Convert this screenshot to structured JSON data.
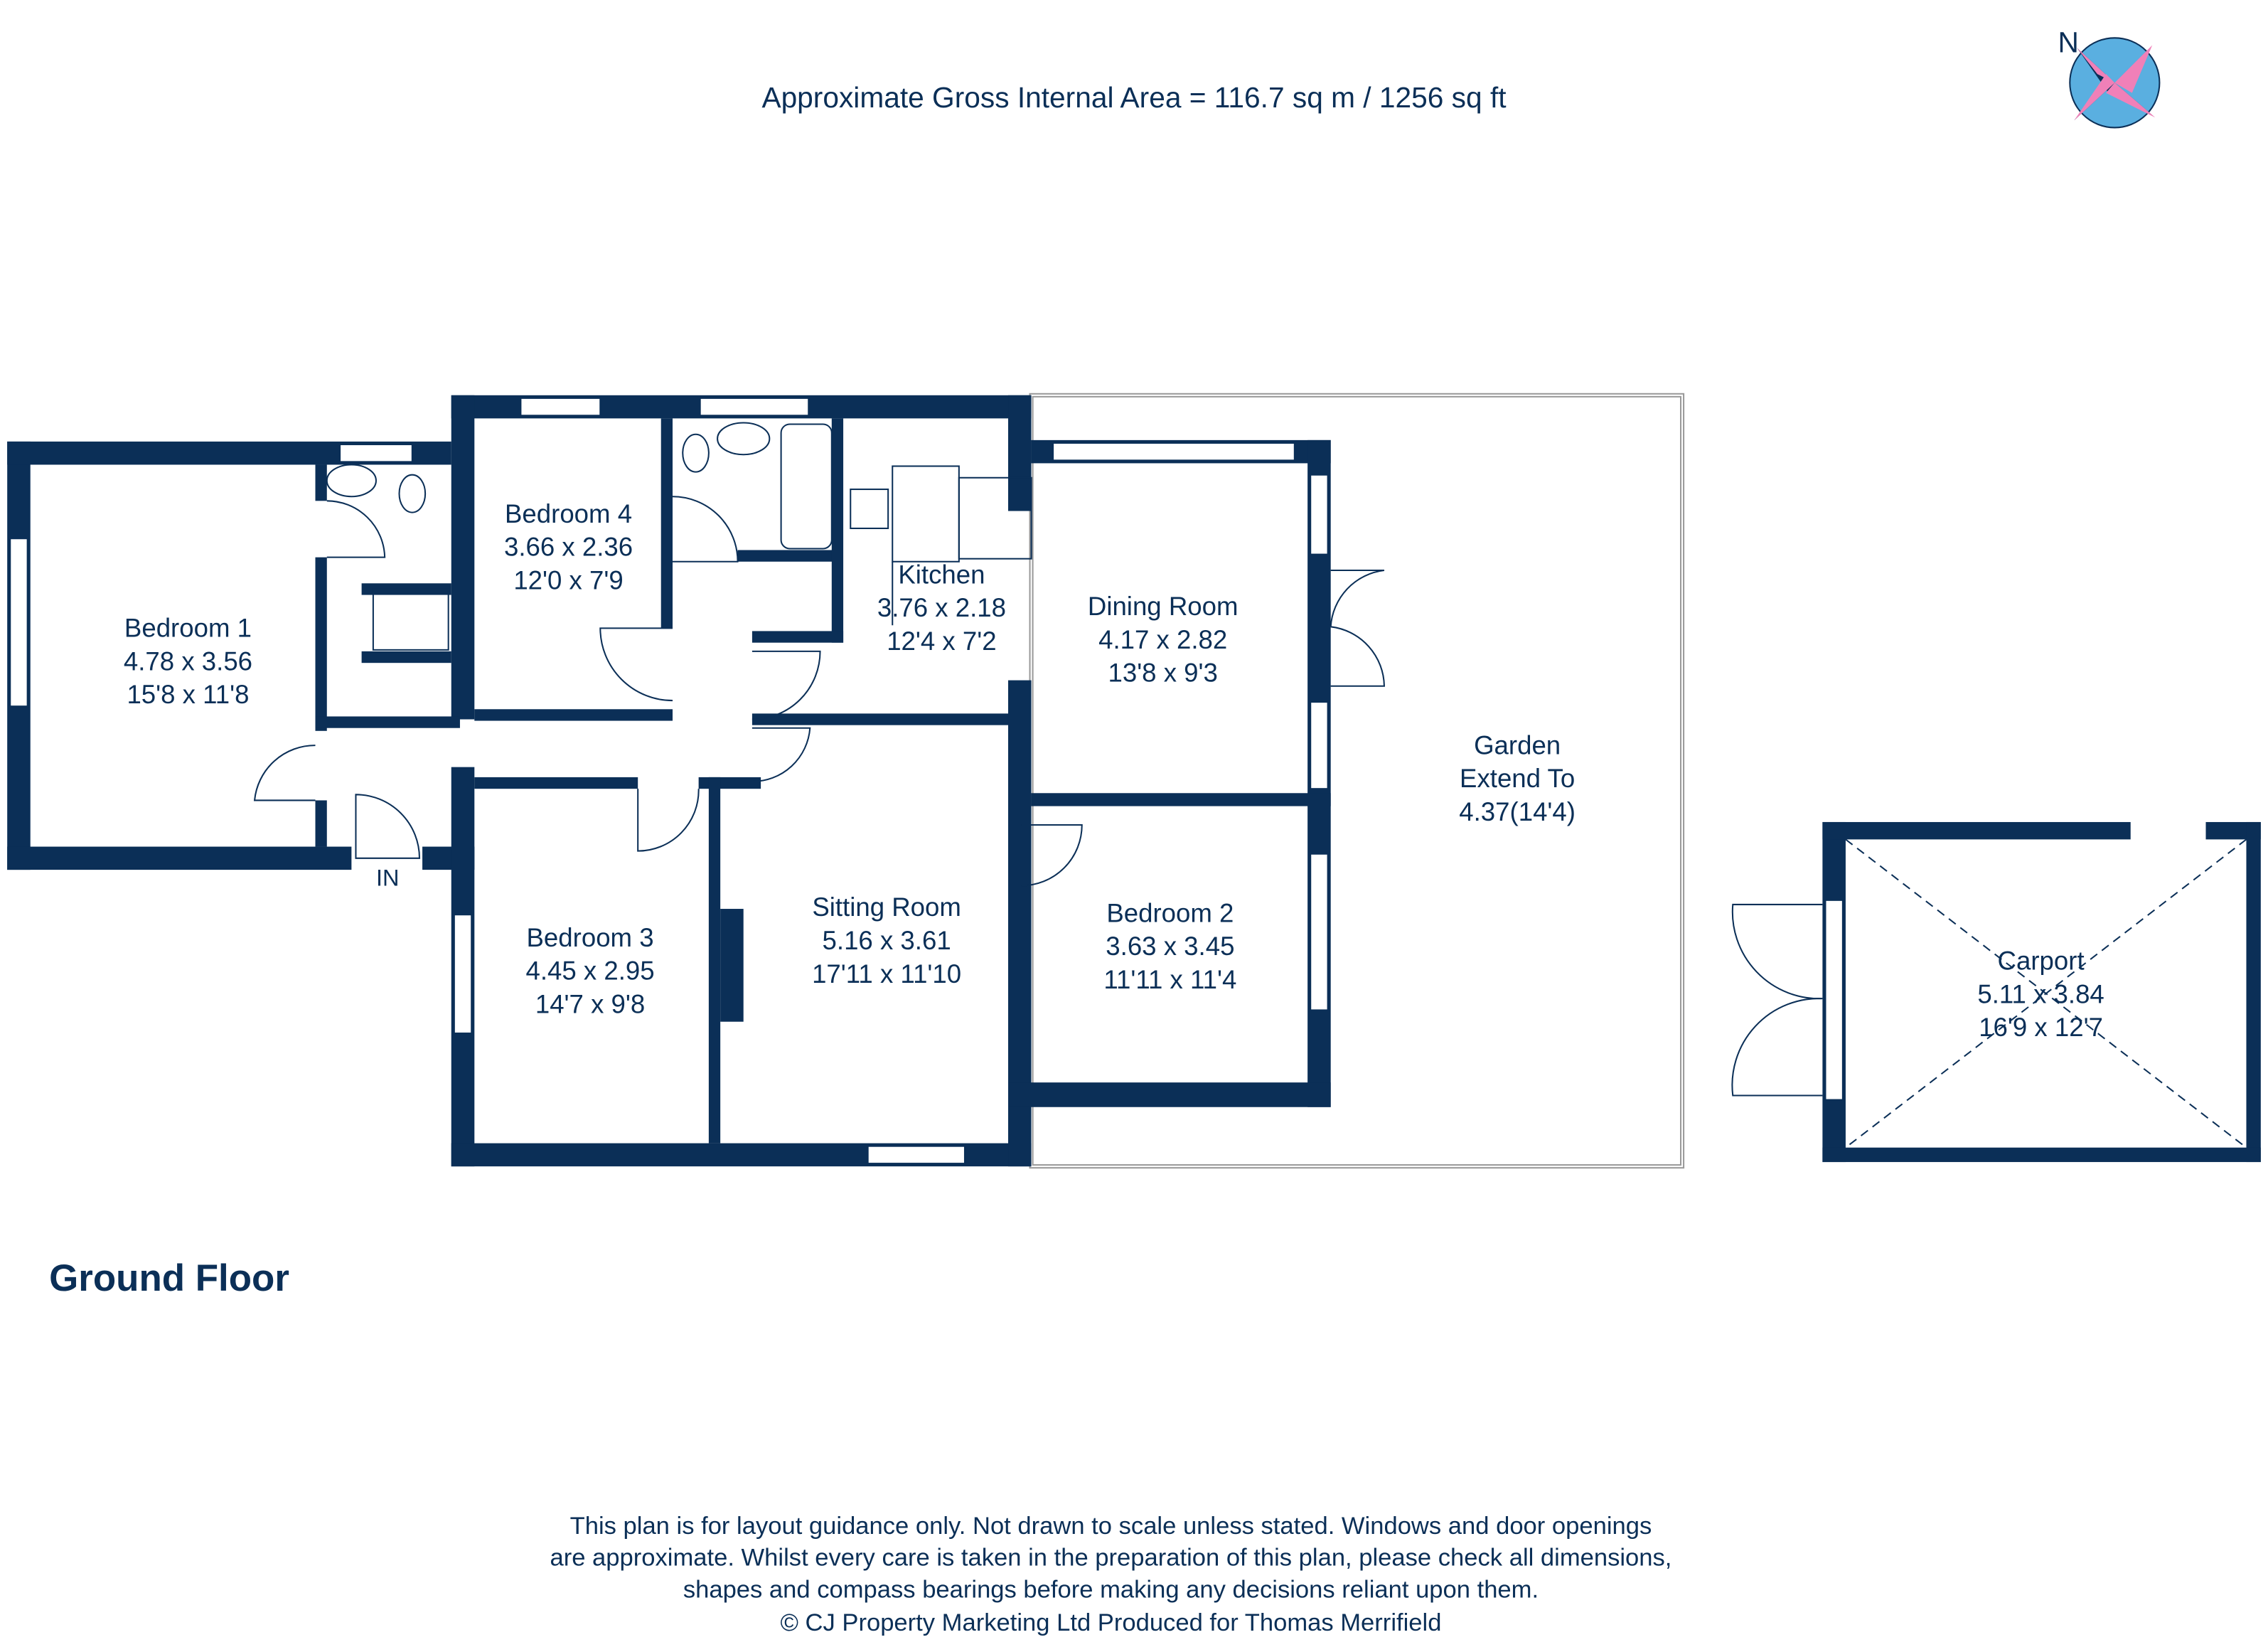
{
  "header": {
    "area_text": "Approximate Gross Internal Area = 116.7 sq m / 1256 sq ft"
  },
  "compass": {
    "label": "N",
    "colors": {
      "disc": "#5aafe0",
      "dark": "#0b2f57",
      "pink": "#f080b8"
    }
  },
  "floor_label": "Ground Floor",
  "entrance_label": "IN",
  "rooms": {
    "bedroom1": {
      "name": "Bedroom 1",
      "metric": "4.78 x 3.56",
      "imperial": "15'8 x 11'8"
    },
    "bedroom4": {
      "name": "Bedroom 4",
      "metric": "3.66 x 2.36",
      "imperial": "12'0 x 7'9"
    },
    "kitchen": {
      "name": "Kitchen",
      "metric": "3.76 x 2.18",
      "imperial": "12'4 x 7'2"
    },
    "dining": {
      "name": "Dining Room",
      "metric": "4.17 x 2.82",
      "imperial": "13'8 x 9'3"
    },
    "garden": {
      "name": "Garden",
      "line2": "Extend To",
      "line3": "4.37(14'4)"
    },
    "bedroom3": {
      "name": "Bedroom 3",
      "metric": "4.45 x 2.95",
      "imperial": "14'7 x 9'8"
    },
    "sitting": {
      "name": "Sitting Room",
      "metric": "5.16 x 3.61",
      "imperial": "17'11 x 11'10"
    },
    "bedroom2": {
      "name": "Bedroom 2",
      "metric": "3.63 x 3.45",
      "imperial": "11'11 x 11'4"
    },
    "carport": {
      "name": "Carport",
      "metric": "5.11 x 3.84",
      "imperial": "16'9 x 12'7"
    }
  },
  "disclaimer": [
    "This plan is for layout guidance only. Not drawn to scale unless stated. Windows and door openings",
    "are approximate. Whilst every care is taken in the preparation of this plan, please check all dimensions,",
    "shapes and compass bearings before making any decisions reliant upon them.",
    "© CJ Property Marketing Ltd Produced for Thomas Merrifield"
  ],
  "colors": {
    "wall": "#0b2f57",
    "text": "#0b2f57"
  }
}
